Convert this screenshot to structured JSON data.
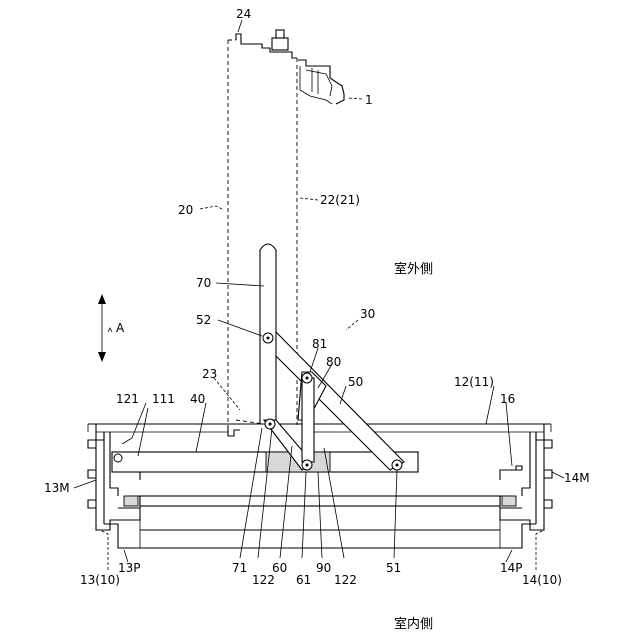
{
  "diagram": {
    "side_labels": {
      "outdoor": "室外側",
      "indoor": "室内側"
    },
    "direction_label": "A",
    "labels": {
      "l24": "24",
      "l1": "1",
      "l20": "20",
      "l22": "22(21)",
      "l70": "70",
      "l52": "52",
      "l30": "30",
      "l81": "81",
      "l80": "80",
      "l50": "50",
      "l23": "23",
      "l12": "12(11)",
      "l16": "16",
      "l121": "121",
      "l111": "111",
      "l40": "40",
      "l13M": "13M",
      "l14M": "14M",
      "l13P": "13P",
      "l14P": "14P",
      "l1310": "13(10)",
      "l1410": "14(10)",
      "l71": "71",
      "l122a": "122",
      "l60": "60",
      "l61": "61",
      "l90": "90",
      "l122b": "122",
      "l51": "51"
    }
  }
}
